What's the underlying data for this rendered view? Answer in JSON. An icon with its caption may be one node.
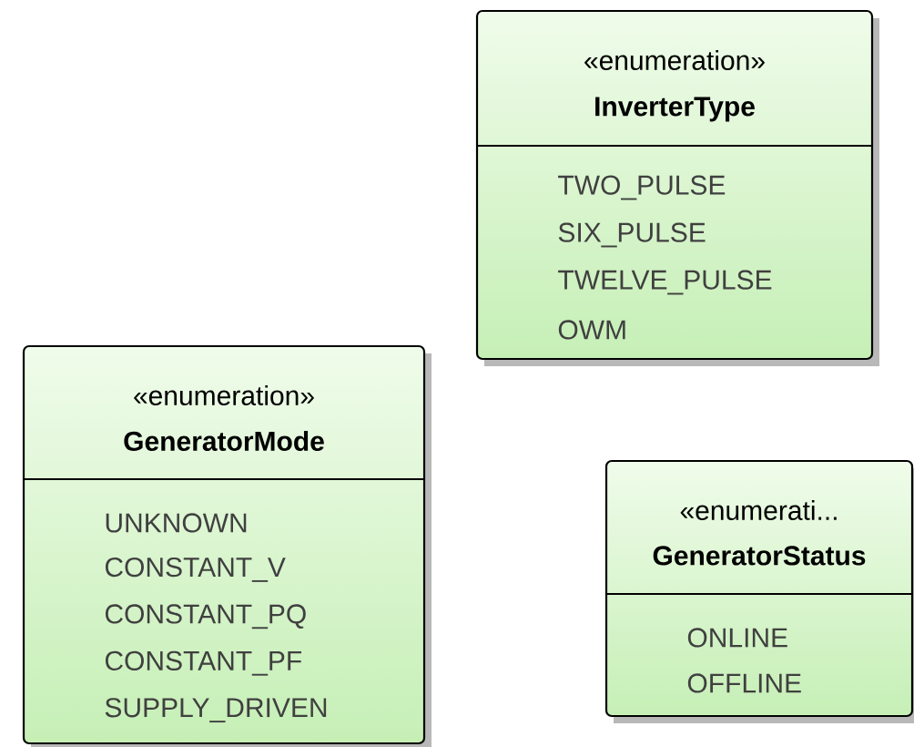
{
  "diagram": {
    "nodes": [
      {
        "text": [
          "«enumeration»",
          "InverterType",
          "TWO_PULSE",
          "SIX_PULSE",
          "TWELVE_PULSE",
          "OWM"
        ]
      },
      {
        "text": [
          "«enumeration»",
          "GeneratorMode",
          "UNKNOWN",
          "CONSTANT_V",
          "CONSTANT_PQ",
          "CONSTANT_PF",
          "SUPPLY_DRIVEN"
        ]
      },
      {
        "text": [
          "«enumerati...",
          "GeneratorStatus",
          "ONLINE",
          "OFFLINE"
        ]
      }
    ]
  }
}
